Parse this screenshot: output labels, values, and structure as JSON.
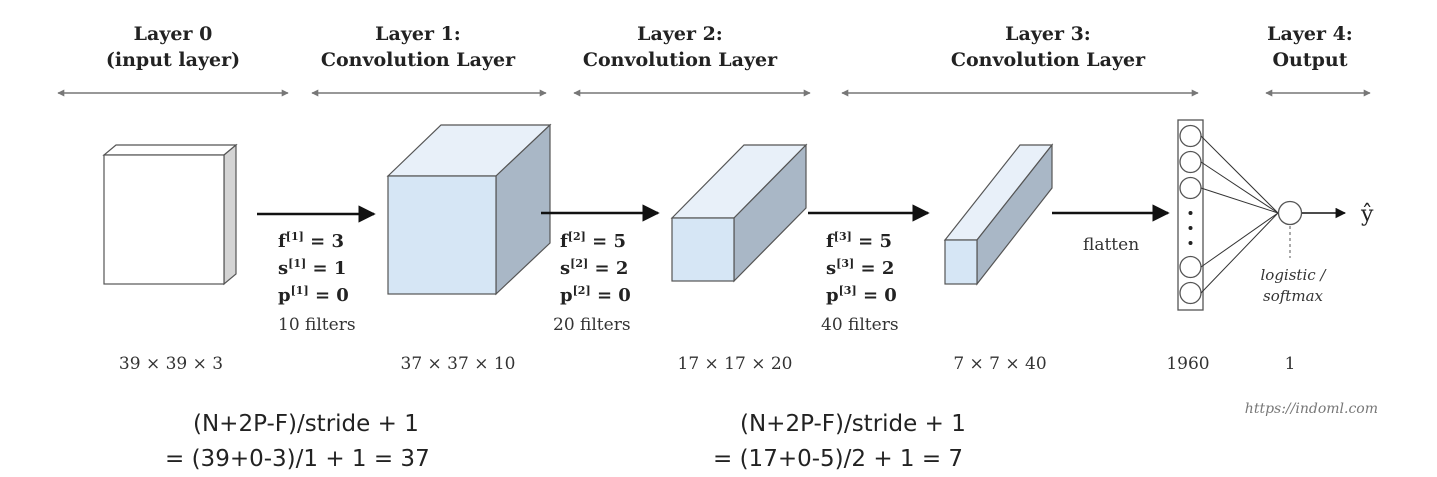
{
  "layers": [
    {
      "title_line1": "Layer 0",
      "title_line2": "(input layer)"
    },
    {
      "title_line1": "Layer 1:",
      "title_line2": "Convolution Layer"
    },
    {
      "title_line1": "Layer 2:",
      "title_line2": "Convolution Layer"
    },
    {
      "title_line1": "Layer 3:",
      "title_line2": "Convolution Layer"
    },
    {
      "title_line1": "Layer 4:",
      "title_line2": "Output"
    }
  ],
  "params": [
    {
      "f": "f",
      "f_sup": "[1]",
      "f_val": " = 3",
      "s": "s",
      "s_sup": "[1]",
      "s_val": " = 1",
      "p": "p",
      "p_sup": "[1]",
      "p_val": " = 0",
      "filters": "10 filters"
    },
    {
      "f": "f",
      "f_sup": "[2]",
      "f_val": " = 5",
      "s": "s",
      "s_sup": "[2]",
      "s_val": " = 2",
      "p": "p",
      "p_sup": "[2]",
      "p_val": " = 0",
      "filters": "20 filters"
    },
    {
      "f": "f",
      "f_sup": "[3]",
      "f_val": " = 5",
      "s": "s",
      "s_sup": "[3]",
      "s_val": " = 2",
      "p": "p",
      "p_sup": "[3]",
      "p_val": " = 0",
      "filters": "40 filters"
    }
  ],
  "dimensions": [
    "39 × 39 × 3",
    "37 × 37 × 10",
    "17 × 17 × 20",
    "7 × 7 × 40",
    "1960",
    "1"
  ],
  "flatten_label": "flatten",
  "output_symbol": "ŷ",
  "activation_line1": "logistic /",
  "activation_line2": "softmax",
  "source_url": "https://indoml.com",
  "formulas": [
    {
      "line1": "(N+2P-F)/stride + 1",
      "line2": "= (39+0-3)/1 + 1 = 37"
    },
    {
      "line1": "(N+2P-F)/stride + 1",
      "line2": "= (17+0-5)/2 + 1 = 7"
    }
  ],
  "colors": {
    "box_front": "#d6e6f5",
    "box_top": "#e8f0f9",
    "box_side": "#a9b7c6",
    "input_side": "#d4d4d4",
    "stroke": "#555555",
    "arrow": "#111111"
  }
}
